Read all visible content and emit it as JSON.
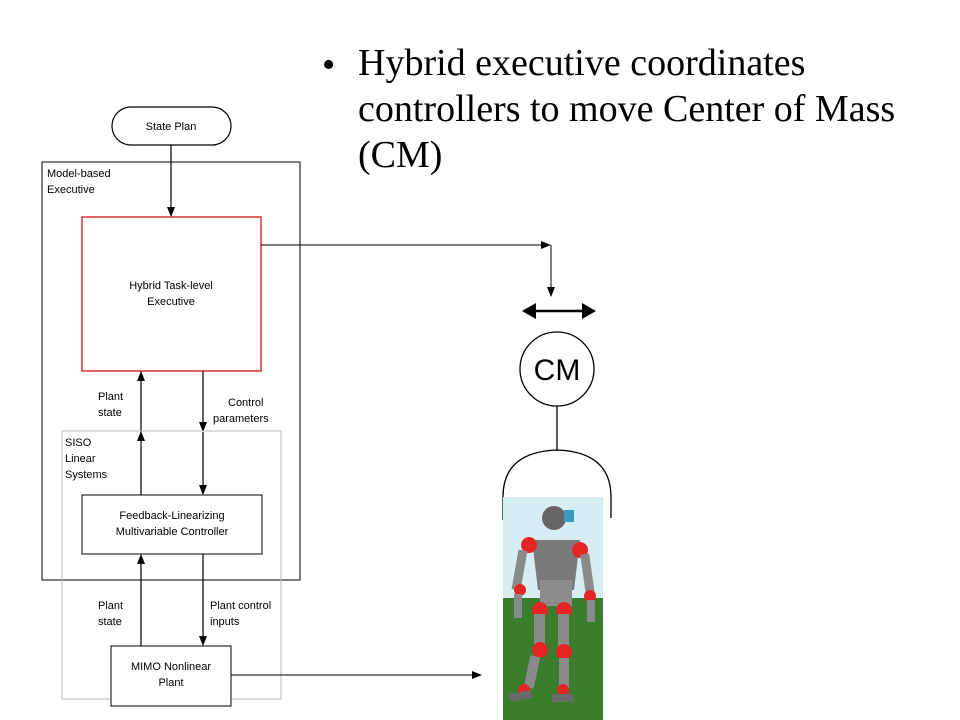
{
  "slide": {
    "bullet_text": "Hybrid executive coordinates controllers to move Center of Mass (CM)"
  },
  "diagram": {
    "state_plan": "State Plan",
    "model_exec_line1": "Model-based",
    "model_exec_line2": "Executive",
    "hybrid_line1": "Hybrid Task-level",
    "hybrid_line2": "Executive",
    "plant_state_top_1": "Plant",
    "plant_state_top_2": "state",
    "control_params_1": "Control",
    "control_params_2": "parameters",
    "siso_1": "SISO",
    "siso_2": "Linear",
    "siso_3": "Systems",
    "feedback_1": "Feedback-Linearizing",
    "feedback_2": "Multivariable Controller",
    "plant_state_bottom_1": "Plant",
    "plant_state_bottom_2": "state",
    "plant_control_1": "Plant control",
    "plant_control_2": "inputs",
    "mimo_1": "MIMO Nonlinear",
    "mimo_2": "Plant"
  },
  "cm": {
    "label": "CM"
  },
  "colors": {
    "exec_box_border": "#cc0000",
    "sky": "#d6eef3",
    "grass": "#3a7d2c",
    "robot_red": "#e52525",
    "robot_gray": "#7a7a7a"
  }
}
